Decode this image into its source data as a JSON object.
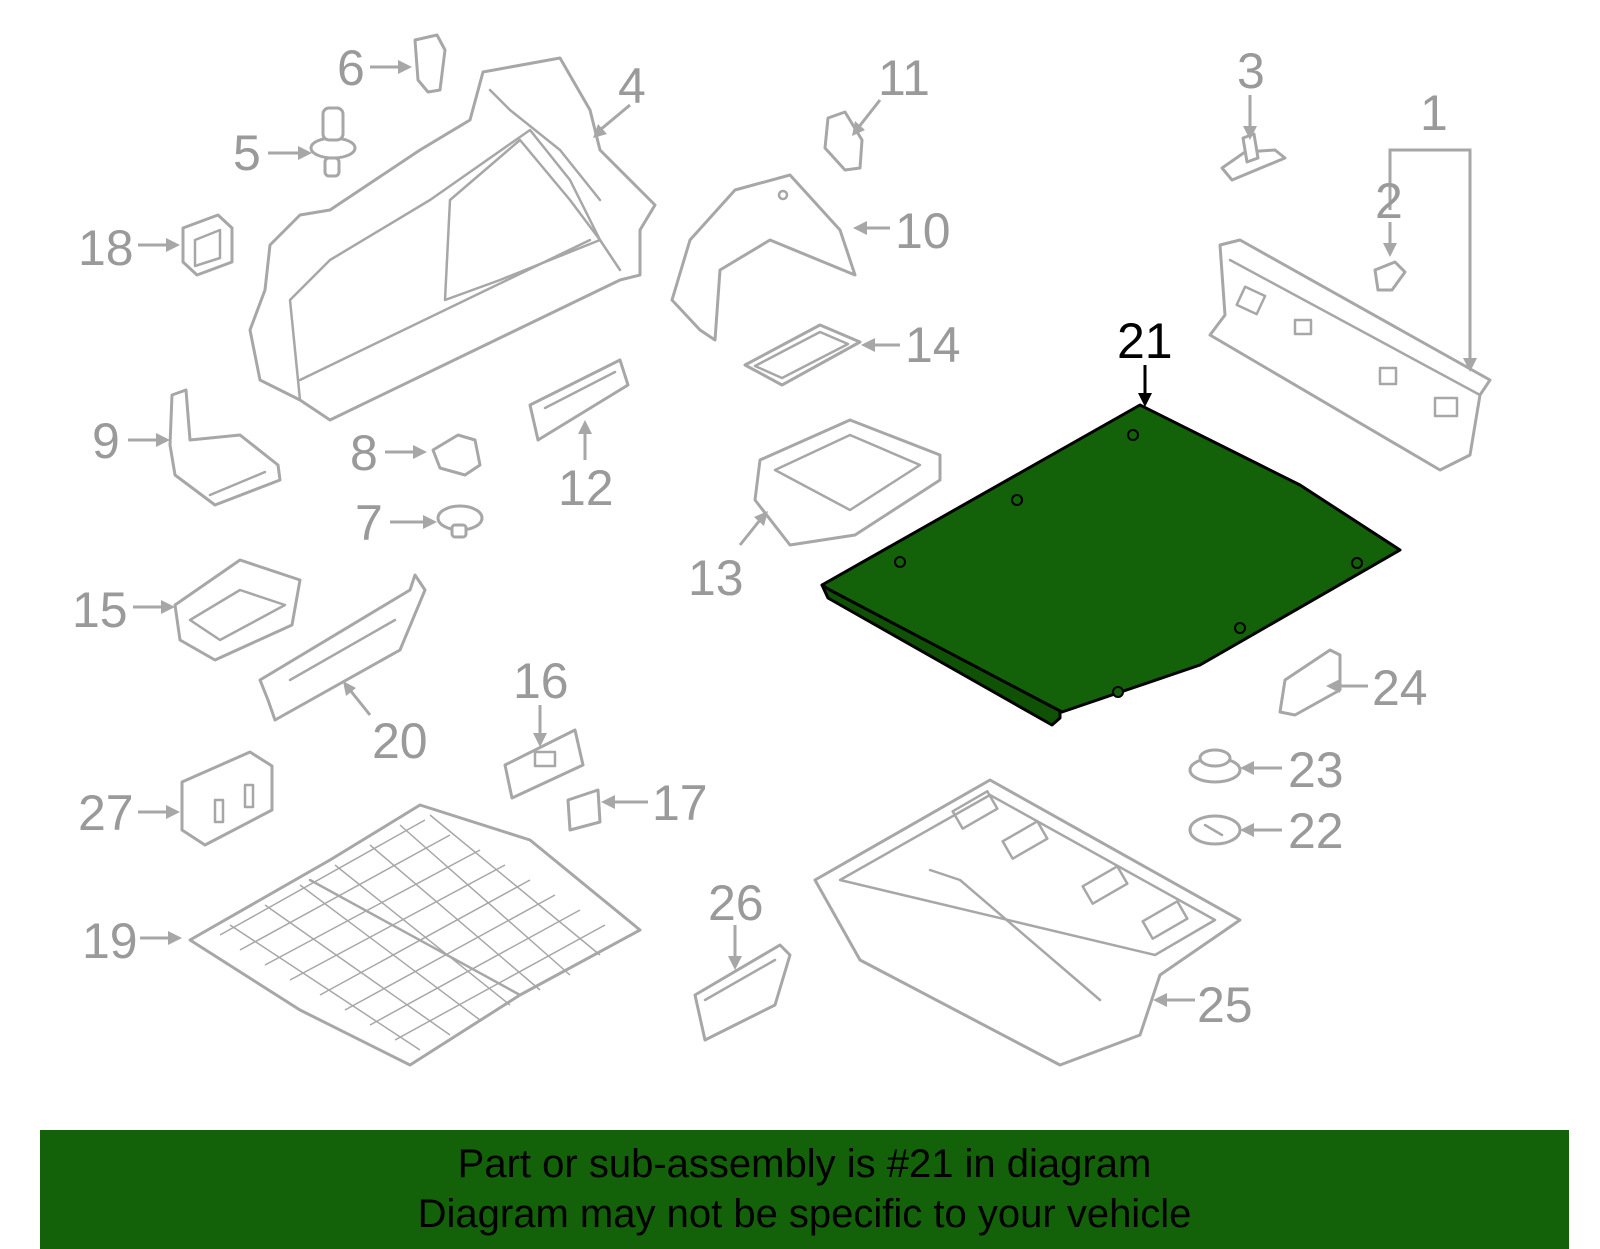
{
  "diagram": {
    "highlighted_part": "21",
    "highlight_color": "#136108",
    "line_color": "#a7a7a7",
    "callouts": [
      {
        "id": "1"
      },
      {
        "id": "2"
      },
      {
        "id": "3"
      },
      {
        "id": "4"
      },
      {
        "id": "5"
      },
      {
        "id": "6"
      },
      {
        "id": "7"
      },
      {
        "id": "8"
      },
      {
        "id": "9"
      },
      {
        "id": "10"
      },
      {
        "id": "11"
      },
      {
        "id": "12"
      },
      {
        "id": "13"
      },
      {
        "id": "14"
      },
      {
        "id": "15"
      },
      {
        "id": "16"
      },
      {
        "id": "17"
      },
      {
        "id": "18"
      },
      {
        "id": "19"
      },
      {
        "id": "20"
      },
      {
        "id": "21"
      },
      {
        "id": "22"
      },
      {
        "id": "23"
      },
      {
        "id": "24"
      },
      {
        "id": "25"
      },
      {
        "id": "26"
      },
      {
        "id": "27"
      }
    ]
  },
  "banner": {
    "line1": "Part or sub-assembly is #21 in diagram",
    "line2": "Diagram may not be specific to your vehicle",
    "background_color": "#136108"
  }
}
